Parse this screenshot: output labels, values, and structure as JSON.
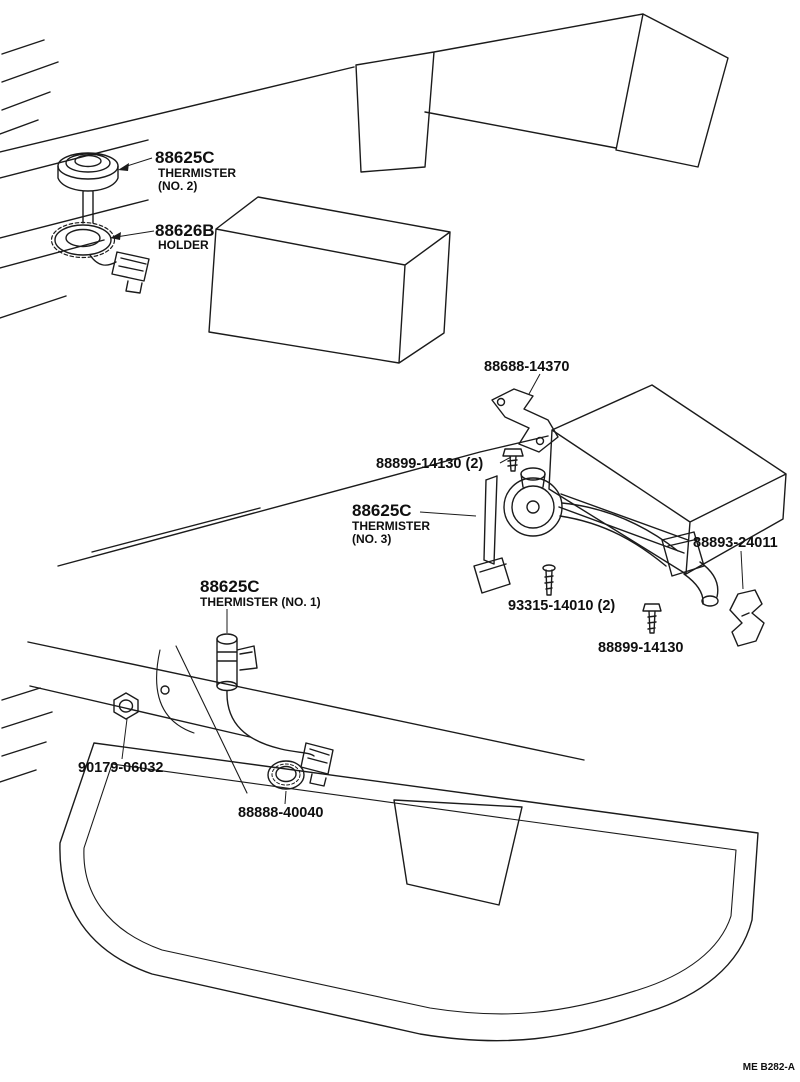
{
  "labels": {
    "thermister2": {
      "part": "88625C",
      "name1": "THERMISTER",
      "name2": "(NO. 2)"
    },
    "holder": {
      "part": "88626B",
      "name": "HOLDER"
    },
    "bracket": {
      "part": "88688-14370"
    },
    "screw_pair": {
      "part": "88899-14130 (2)"
    },
    "thermister3": {
      "part": "88625C",
      "name1": "THERMISTER",
      "name2": "(NO. 3)"
    },
    "clip": {
      "part": "88893-24011"
    },
    "screw_pump": {
      "part": "93315-14010 (2)"
    },
    "screw_single": {
      "part": "88899-14130"
    },
    "thermister1": {
      "part": "88625C",
      "name": "THERMISTER (NO. 1)"
    },
    "nut": {
      "part": "90179-06032"
    },
    "grommet": {
      "part": "88888-40040"
    },
    "figure_code": "ME B282-A"
  },
  "colors": {
    "line": "#1b1b1b",
    "background": "#ffffff"
  }
}
